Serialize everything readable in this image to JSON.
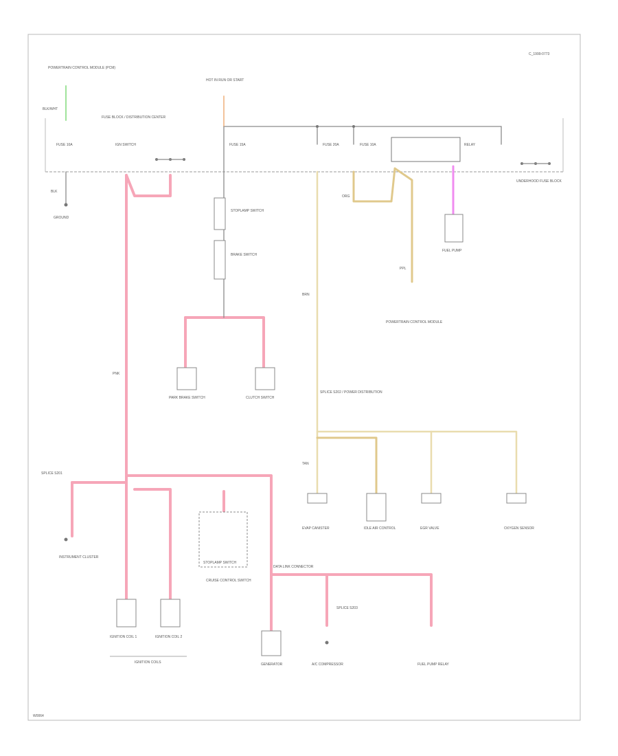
{
  "diagram": {
    "corner_code": "C_1999-0773",
    "footer_id": "W0064",
    "labels": {
      "ground_top": "POWERTRAIN CONTROL MODULE (PCM)",
      "top_wire_left": "BLK/WHT",
      "hot_at_all_times": "HOT IN RUN OR START",
      "fuse_block": "FUSE BLOCK / DISTRIBUTION CENTER",
      "fuse_main": "FUSE 10A",
      "fuse_center": "FUSE 15A",
      "fuse_right1": "FUSE 20A",
      "fuse_right2": "FUSE 10A",
      "relay_box": "RELAY",
      "ignition_switch": "IGN SWITCH",
      "right_note": "UNDERHOOD FUSE BLOCK",
      "ground_label": "GROUND",
      "wire_pnk": "PNK",
      "wire_brn": "BRN",
      "wire_blk": "BLK",
      "wire_org": "ORG",
      "wire_ppl": "PPL",
      "wire_tan": "TAN",
      "ckt_stop": "STOPLAMP SWITCH",
      "ckt_brake": "BRAKE SWITCH",
      "left_comp1": "PARK BRAKE SWITCH",
      "left_comp2": "CLUTCH SWITCH",
      "center_comp_label": "POWERTRAIN CONTROL MODULE",
      "pink_splice": "SPLICE S201",
      "tan_splice": "SPLICE S202 / POWER DISTRIBUTION",
      "lower_left1": "INSTRUMENT CLUSTER",
      "lower_left2": "STOPLAMP SWITCH",
      "lower_left3": "CRUISE CONTROL SWITCH",
      "lower_center": "DATA LINK CONNECTOR",
      "lower_center2": "SPLICE S203",
      "lower_right1": "EVAP CANISTER",
      "lower_right2": "IDLE AIR CONTROL",
      "lower_right3": "EGR VALVE",
      "lower_right4": "OXYGEN SENSOR",
      "bottom1": "IGNITION COIL 1",
      "bottom2": "IGNITION COIL 2",
      "bottom3": "GENERATOR",
      "bottom4": "A/C COMPRESSOR",
      "bottom5": "FUEL PUMP RELAY",
      "bottom_group": "IGNITION COILS",
      "small_comp": "FUEL PUMP"
    }
  }
}
